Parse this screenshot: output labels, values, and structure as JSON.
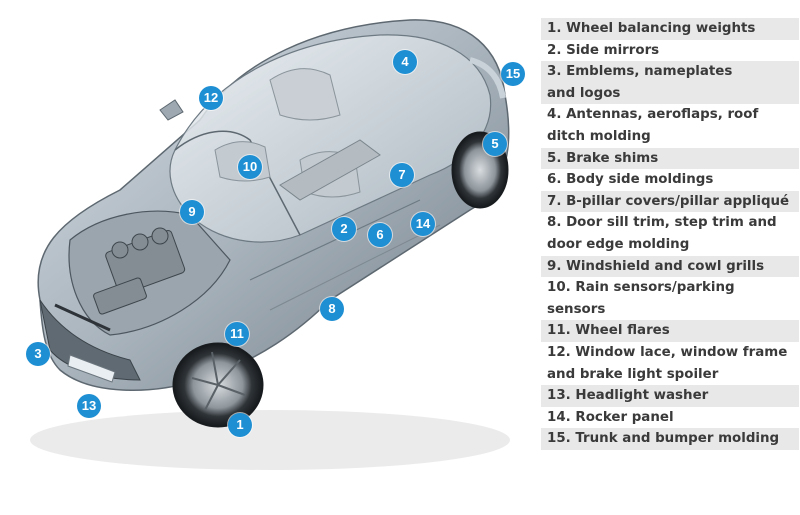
{
  "legend": [
    {
      "num": 1,
      "text": "1.  Wheel balancing weights"
    },
    {
      "num": 2,
      "text": "2.  Side mirrors"
    },
    {
      "num": 3,
      "text": "3.  Emblems, nameplates\n     and logos"
    },
    {
      "num": 4,
      "text": "4.  Antennas, aeroflaps, roof\n     ditch molding"
    },
    {
      "num": 5,
      "text": "5.  Brake shims"
    },
    {
      "num": 6,
      "text": "6.  Body side moldings"
    },
    {
      "num": 7,
      "text": "7.  B-pillar covers/pillar appliqué"
    },
    {
      "num": 8,
      "text": "8.  Door sill trim, step trim and\n     door edge molding"
    },
    {
      "num": 9,
      "text": "9.  Windshield and cowl grills"
    },
    {
      "num": 10,
      "text": "10. Rain sensors/parking\n      sensors"
    },
    {
      "num": 11,
      "text": "11. Wheel flares"
    },
    {
      "num": 12,
      "text": "12. Window lace, window frame\n      and brake light spoiler"
    },
    {
      "num": 13,
      "text": "13. Headlight washer"
    },
    {
      "num": 14,
      "text": "14. Rocker panel"
    },
    {
      "num": 15,
      "text": "15. Trunk and bumper molding"
    }
  ],
  "markers": [
    "1",
    "2",
    "3",
    "4",
    "5",
    "6",
    "7",
    "8",
    "9",
    "10",
    "11",
    "12",
    "13",
    "14",
    "15"
  ],
  "colors": {
    "marker": "#1e8fd3",
    "legend_shade": "#e8e8e8",
    "legend_text": "#3a3a3a"
  }
}
